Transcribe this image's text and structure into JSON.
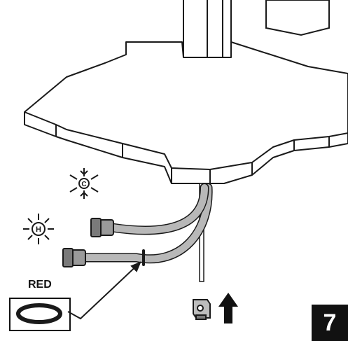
{
  "step": {
    "number": "7"
  },
  "legend": {
    "washer_label": "RED"
  },
  "symbols": {
    "hot": "H",
    "cold": "C"
  },
  "icons": {
    "hot": "sun-icon",
    "cold": "snowflake-icon",
    "direction": "up-arrow-icon"
  },
  "colors": {
    "line": "#1a1a1a",
    "fill": "#ffffff",
    "hose": "#9a9a9a",
    "badge": "#111111"
  }
}
